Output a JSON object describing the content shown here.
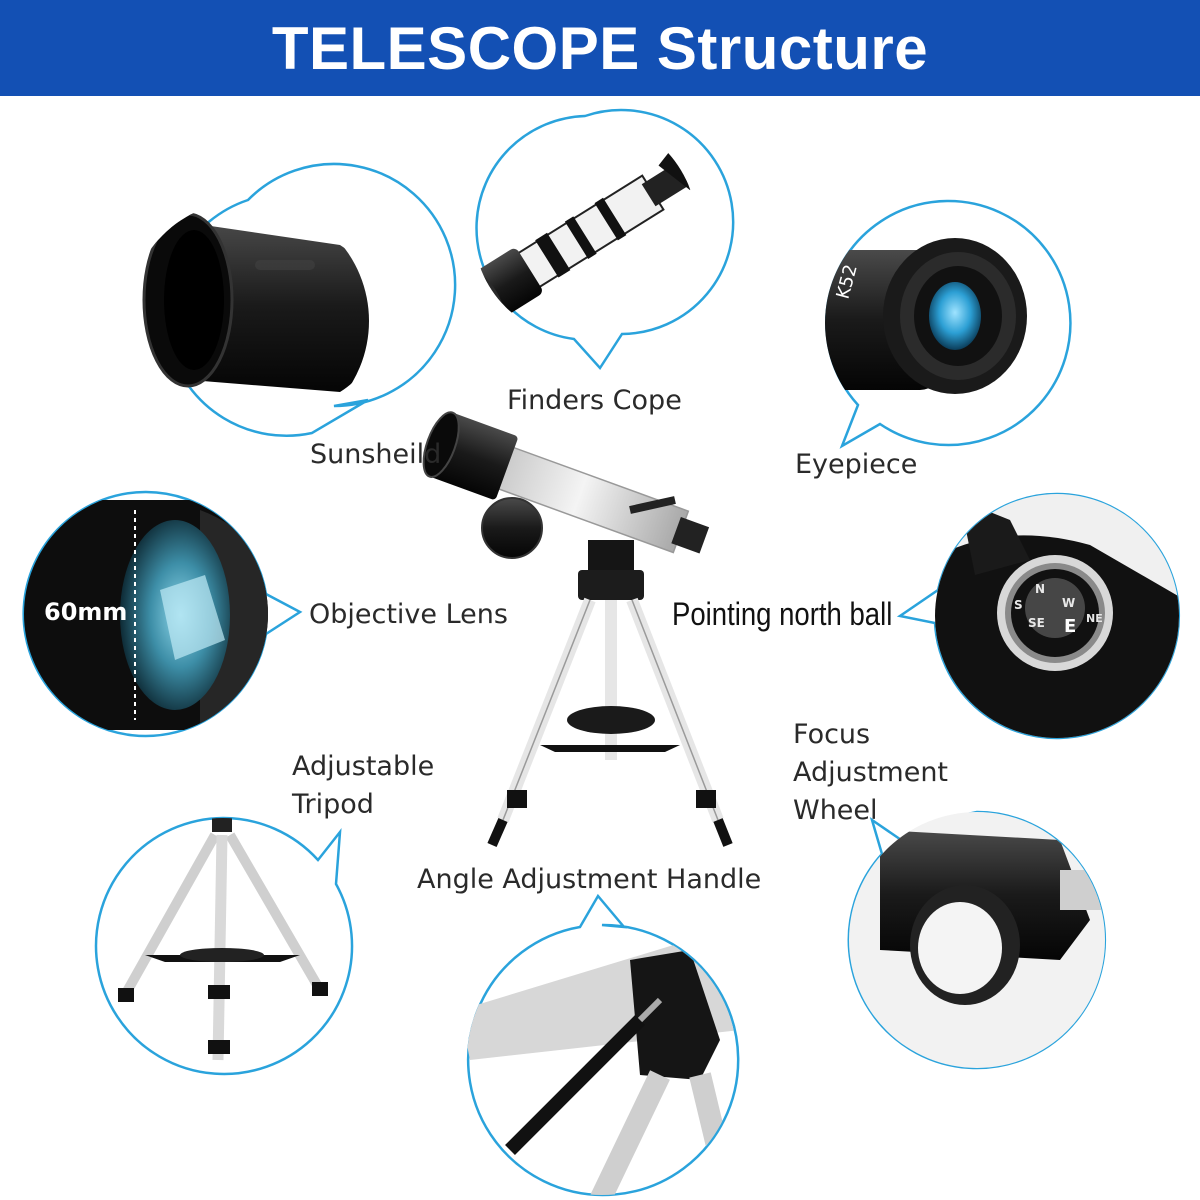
{
  "title": "TELESCOPE Structure",
  "colors": {
    "banner": "#1350b4",
    "bubble_ring": "#2aa3dc",
    "label": "#2a2a2a"
  },
  "labels": {
    "finderscope": "Finders Cope",
    "sunshield": "Sunsheild",
    "eyepiece": "Eyepiece",
    "objective": "Objective Lens",
    "objective_size": "60mm",
    "pointing": "Pointing north ball",
    "tripod_line1": "Adjustable",
    "tripod_line2": "Tripod",
    "focus_line1": "Focus",
    "focus_line2": "Adjustment",
    "focus_line3": "Wheel",
    "angle": "Angle Adjustment Handle"
  },
  "compass": {
    "letters": [
      "N",
      "E",
      "SE",
      "W",
      "NE",
      "S"
    ]
  },
  "eyepiece_marking": "K52"
}
